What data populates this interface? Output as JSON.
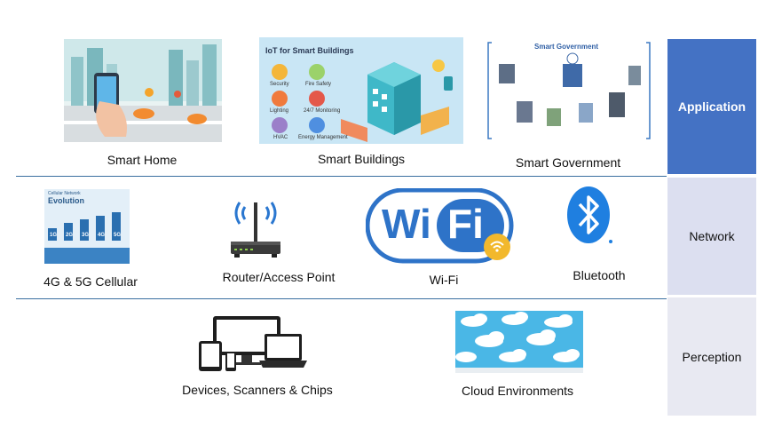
{
  "layers": {
    "application": "Application",
    "network": "Network",
    "perception": "Perception"
  },
  "application": {
    "smart_home": "Smart Home",
    "smart_buildings": "Smart Buildings",
    "smart_government": "Smart Government",
    "buildings_image": {
      "title": "IoT for Smart Buildings",
      "items": [
        "Security",
        "Fire Safety",
        "Lighting",
        "24/7 Monitoring",
        "HVAC",
        "Energy Management"
      ]
    },
    "government_image": {
      "title": "Smart Government"
    }
  },
  "network": {
    "cellular": "4G & 5G Cellular",
    "router": "Router/Access Point",
    "wifi": "Wi-Fi",
    "bluetooth": "Bluetooth",
    "cellular_image": {
      "heading_small": "Cellular Network",
      "heading_big": "Evolution",
      "generations": [
        "1G",
        "2G",
        "3G",
        "4G",
        "5G"
      ]
    },
    "wifi_logo": {
      "wi": "Wi",
      "fi": "Fi"
    }
  },
  "perception": {
    "devices": "Devices, Scanners & Chips",
    "cloud": "Cloud Environments"
  },
  "colors": {
    "application_band": "#4472c4",
    "network_band": "#dcdff0",
    "perception_band": "#e8e9f2",
    "wifi_blue": "#2e73c8",
    "bluetooth_blue": "#1f7fe0",
    "divider": "#3a6fa0"
  }
}
